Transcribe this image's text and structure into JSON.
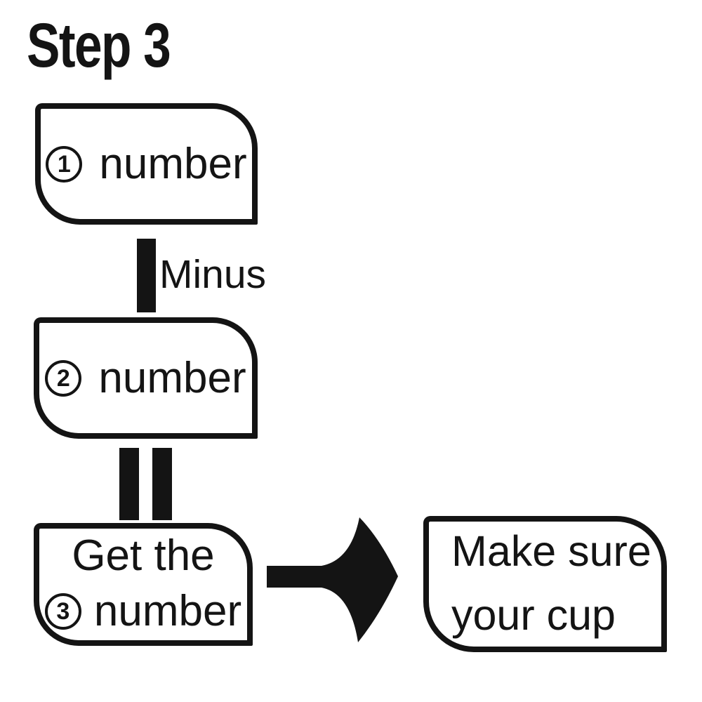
{
  "title": "Step 3",
  "colors": {
    "ink": "#141414",
    "background": "#ffffff"
  },
  "boxes": {
    "first": {
      "badge": "1",
      "label": "number"
    },
    "second": {
      "badge": "2",
      "label": "number"
    },
    "result": {
      "line1": "Get the",
      "badge": "3",
      "label": "number"
    },
    "note": {
      "line1": "Make sure",
      "line2": "your cup"
    }
  },
  "connectors": {
    "minus": {
      "label": "Minus",
      "symbol": "thick-vertical-bar"
    },
    "equals": {
      "symbol": "double-vertical-bar"
    },
    "arrow": {
      "symbol": "right-arrow"
    }
  }
}
